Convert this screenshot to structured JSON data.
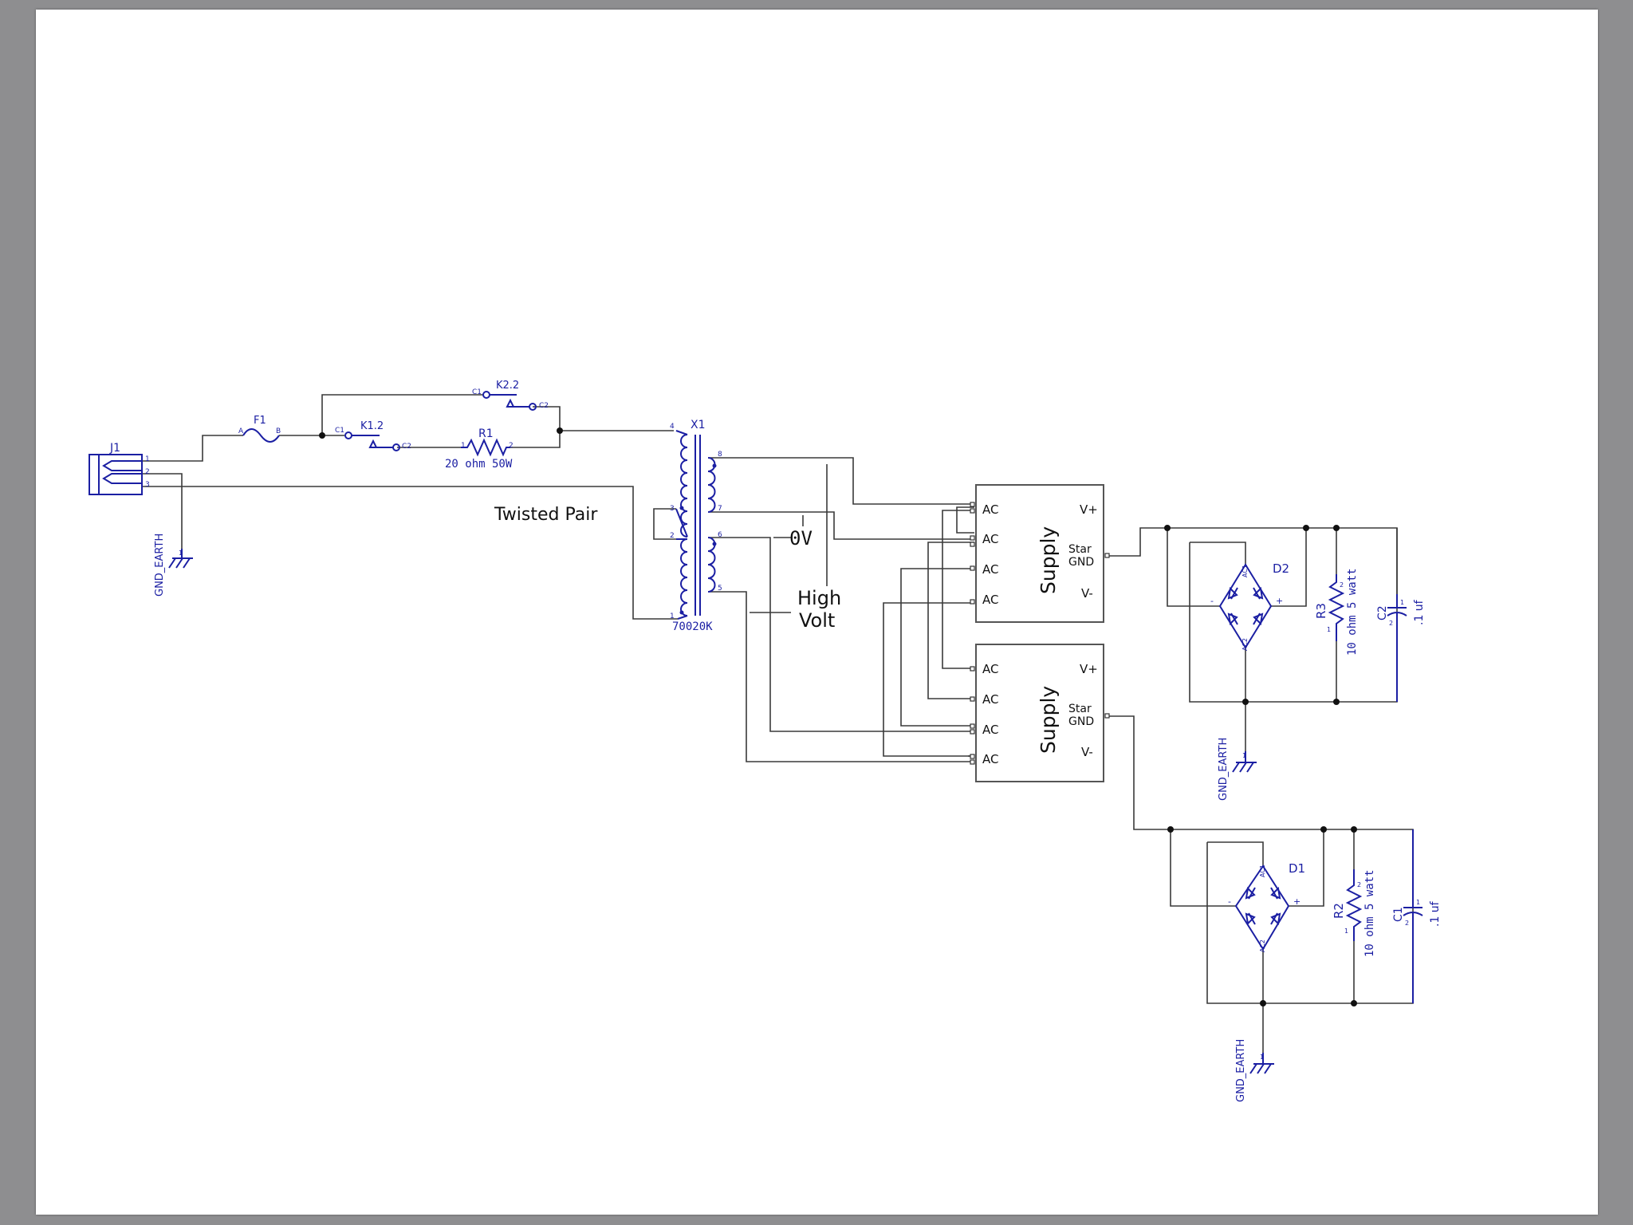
{
  "connector": {
    "ref": "J1",
    "pins": [
      "1",
      "2",
      "3"
    ]
  },
  "ground_label": "GND_EARTH",
  "ground_pin": "1",
  "fuse": {
    "ref": "F1",
    "pin_a": "A",
    "pin_b": "B"
  },
  "relay_k11": {
    "ref": "K1.2",
    "c1": "C1",
    "c2": "C2"
  },
  "relay_k22": {
    "ref": "K2.2",
    "c1": "C1",
    "c2": "C2"
  },
  "resistor_r1": {
    "ref": "R1",
    "value": "20 ohm 50W",
    "pin1": "1",
    "pin2": "2"
  },
  "transformer": {
    "ref": "X1",
    "part": "70020K",
    "pins": [
      "1",
      "2",
      "3",
      "4",
      "5",
      "6",
      "7",
      "8"
    ]
  },
  "annotations": {
    "twisted_pair": "Twisted Pair",
    "zero_v": "0V",
    "high_volt_1": "High",
    "high_volt_2": "Volt"
  },
  "supply": {
    "title": "Supply",
    "ac": "AC",
    "v_plus": "V+",
    "v_minus": "V-",
    "star": "Star",
    "gnd": "GND"
  },
  "bridge_d2": {
    "ref": "D2",
    "ac1": "AC1",
    "ac2": "AC2",
    "plus": "+",
    "minus": "-"
  },
  "bridge_d1": {
    "ref": "D1",
    "ac1": "AC1",
    "ac2": "AC2",
    "plus": "+",
    "minus": "-"
  },
  "resistor_r3": {
    "ref": "R3",
    "value": "10 ohm 5 watt",
    "pin1": "1",
    "pin2": "2"
  },
  "resistor_r2": {
    "ref": "R2",
    "value": "10 ohm 5 watt",
    "pin1": "1",
    "pin2": "2"
  },
  "cap_c2": {
    "ref": "C2",
    "value": ".1 uf",
    "pin1": "1",
    "pin2": "2"
  },
  "cap_c1": {
    "ref": "C1",
    "value": ".1 uf",
    "pin1": "1",
    "pin2": "2"
  },
  "colors": {
    "symbol": "#1b1fa3",
    "wire": "#3a3a3a",
    "sheet": "#ffffff",
    "frame": "#8e8e90"
  }
}
